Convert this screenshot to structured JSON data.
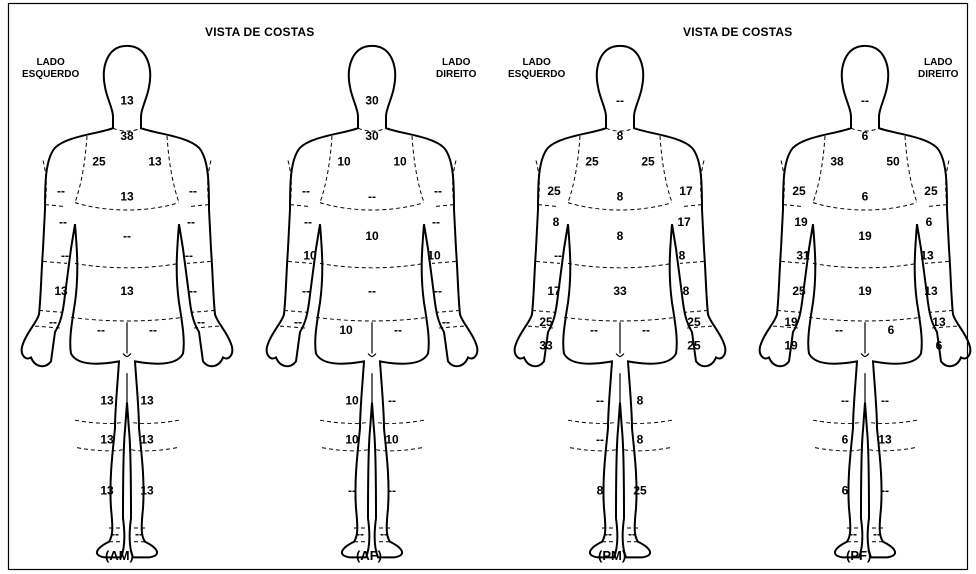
{
  "headers": {
    "left": "VISTA DE COSTAS",
    "right": "VISTA DE COSTAS"
  },
  "side_labels": {
    "left_a": [
      "LADO",
      "ESQUERDO"
    ],
    "right_a": [
      "LADO",
      "DIREITO"
    ],
    "left_b": [
      "LADO",
      "ESQUERDO"
    ],
    "right_b": [
      "LADO",
      "DIREITO"
    ]
  },
  "figures": [
    {
      "caption": "(AM)",
      "values": {
        "head": "13",
        "neck": "38",
        "shoulder_l": "25",
        "shoulder_r": "13",
        "upperarm_l": "--",
        "upperarm_r": "--",
        "upperback": "13",
        "elbow_l": "--",
        "elbow_r": "--",
        "midback": "--",
        "forearm_l": "--",
        "forearm_r": "--",
        "lowback": "13",
        "wrist_l": "13",
        "wrist_r": "--",
        "hand_l": "--",
        "hand_r": "--",
        "glute_l": "--",
        "glute_r": "--",
        "thigh_l": "13",
        "thigh_r": "13",
        "knee_l": "13",
        "knee_r": "13",
        "calf_l": "13",
        "calf_r": "13",
        "foot_l": "--",
        "foot_r": "--"
      }
    },
    {
      "caption": "(AF)",
      "values": {
        "head": "30",
        "neck": "30",
        "shoulder_l": "10",
        "shoulder_r": "10",
        "upperarm_l": "--",
        "upperarm_r": "--",
        "upperback": "--",
        "elbow_l": "--",
        "elbow_r": "--",
        "midback": "10",
        "forearm_l": "10",
        "forearm_r": "10",
        "lowback": "--",
        "wrist_l": "--",
        "wrist_r": "--",
        "hand_l": "--",
        "hand_r": "--",
        "glute_l": "10",
        "glute_r": "--",
        "thigh_l": "10",
        "thigh_r": "--",
        "knee_l": "10",
        "knee_r": "10",
        "calf_l": "--",
        "calf_r": "--",
        "foot_l": "--",
        "foot_r": "--"
      }
    },
    {
      "caption": "(PM)",
      "values": {
        "head": "--",
        "neck": "8",
        "shoulder_l": "25",
        "shoulder_r": "25",
        "upperarm_l": "25",
        "upperarm_r": "17",
        "upperback": "8",
        "elbow_l": "8",
        "elbow_r": "17",
        "midback": "8",
        "forearm_l": "--",
        "forearm_r": "8",
        "lowback": "33",
        "wrist_l": "17",
        "wrist_r": "8",
        "hand_l": "25",
        "hand_r": "25",
        "hand2_l": "33",
        "hand2_r": "25",
        "glute_l": "--",
        "glute_r": "--",
        "thigh_l": "--",
        "thigh_r": "8",
        "knee_l": "--",
        "knee_r": "8",
        "calf_l": "8",
        "calf_r": "25",
        "foot_l": "--",
        "foot_r": "--"
      }
    },
    {
      "caption": "(PF)",
      "values": {
        "head": "--",
        "neck": "6",
        "shoulder_l": "38",
        "shoulder_r": "50",
        "upperarm_l": "25",
        "upperarm_r": "25",
        "upperback": "6",
        "elbow_l": "19",
        "elbow_r": "6",
        "midback": "19",
        "forearm_l": "31",
        "forearm_r": "13",
        "lowback": "19",
        "wrist_l": "25",
        "wrist_r": "13",
        "hand_l": "19",
        "hand_r": "13",
        "hand2_l": "19",
        "hand2_r": "6",
        "glute_l": "--",
        "glute_r": "6",
        "thigh_l": "--",
        "thigh_r": "--",
        "knee_l": "6",
        "knee_r": "13",
        "calf_l": "6",
        "calf_r": "--",
        "foot_l": "--",
        "foot_r": "--"
      }
    }
  ]
}
